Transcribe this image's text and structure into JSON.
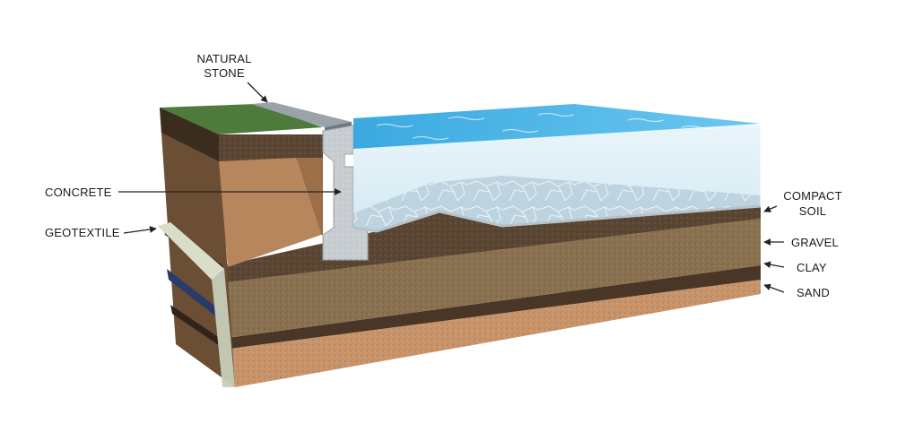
{
  "diagram": {
    "labels": {
      "natural_stone_line1": "NATURAL",
      "natural_stone_line2": "STONE",
      "concrete": "CONCRETE",
      "geotextile": "GEOTEXTILE",
      "compact_soil_line1": "COMPACT",
      "compact_soil_line2": "SOIL",
      "gravel": "GRAVEL",
      "clay": "CLAY",
      "sand": "SAND"
    },
    "colors": {
      "grass": "#4e7a3c",
      "topsoil": "#5a4632",
      "subsoil": "#b8865c",
      "gravel": "#8a7150",
      "clay": "#4a3626",
      "sand": "#c9946a",
      "concrete": "#c9ced2",
      "water_surface": "#4fb6e6",
      "water_body": "#d9eef7",
      "liner": "#b7c2c8",
      "geotextile": "#c8cdb9"
    }
  }
}
